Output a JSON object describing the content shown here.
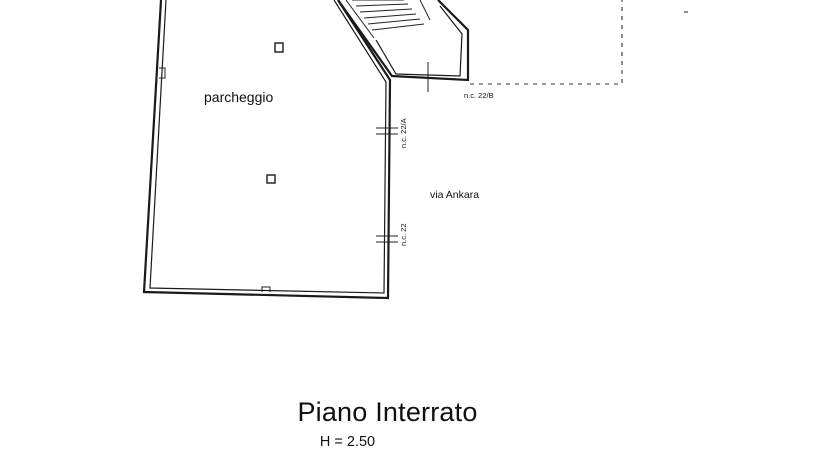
{
  "plan": {
    "room_label": "parcheggio",
    "street_label": "via Ankara",
    "civic_numbers": [
      "n.c. 22/A",
      "n.c. 22",
      "n.c. 22/B"
    ],
    "title": "Piano Interrato",
    "height": "H = 2.50"
  },
  "icons": {
    "pillar": "square-pillar-icon",
    "stair": "staircase-icon"
  },
  "colors": {
    "line": "#1a1a1a",
    "background": "#ffffff"
  }
}
